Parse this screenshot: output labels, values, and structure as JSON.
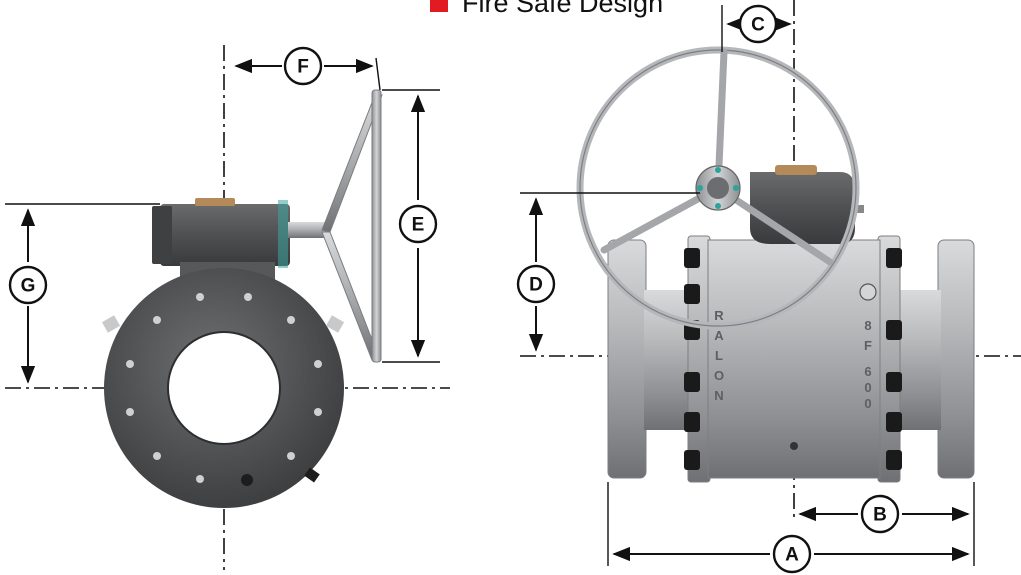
{
  "header": {
    "title": "Fire Safe Design",
    "bullet_color": "#e21a22"
  },
  "dimensions": {
    "A": "A",
    "B": "B",
    "C": "C",
    "D": "D",
    "E": "E",
    "F": "F",
    "G": "G"
  },
  "valve_body_text": {
    "left_letters": [
      "R",
      "A",
      "L",
      "O",
      "N"
    ],
    "right_letters": [
      "8",
      "F",
      "6",
      "0",
      "0"
    ]
  },
  "colors": {
    "valve_dark": "#4d4d4f",
    "valve_steel": "#a6a8aa",
    "bolt": "#1a1a1a",
    "gearbox_bronze": "#b48a5a"
  }
}
